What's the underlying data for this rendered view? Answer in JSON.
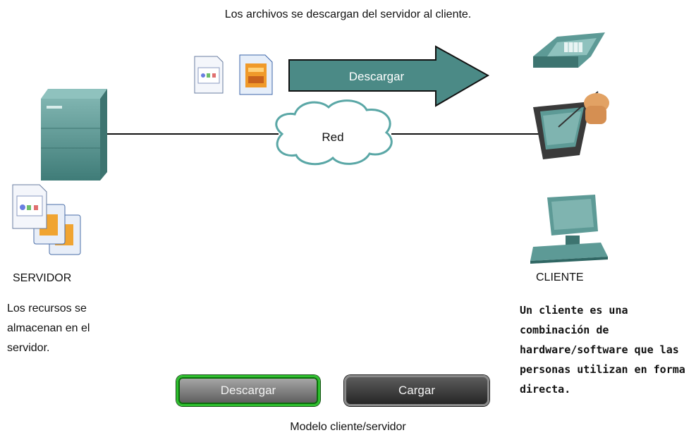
{
  "diagram": {
    "top_caption": "Los archivos se descargan del servidor al cliente.",
    "arrow_label": "Descargar",
    "network_label": "Red",
    "server_label": "SERVIDOR",
    "client_label": "CLIENTE",
    "server_description": "Los recursos se almacenan en el servidor.",
    "client_description": "Un cliente es una combinación de hardware/software que las personas utilizan en forma directa.",
    "bottom_caption": "Modelo cliente/servidor"
  },
  "buttons": {
    "download_label": "Descargar",
    "upload_label": "Cargar"
  },
  "colors": {
    "teal": "#4b8a86",
    "teal_dark": "#2f6663",
    "cloud_stroke": "#5aa7a6",
    "active_border": "#2fc02f"
  }
}
